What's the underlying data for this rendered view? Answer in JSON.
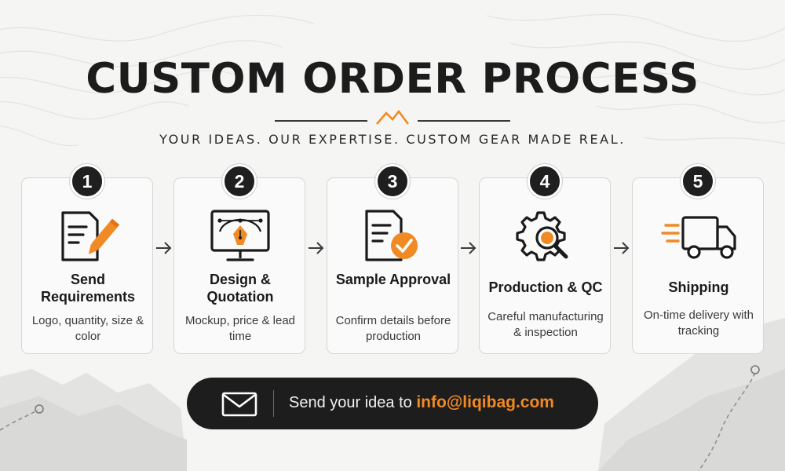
{
  "header": {
    "title": "CUSTOM ORDER PROCESS",
    "subtitle": "YOUR IDEAS. OUR EXPERTISE. CUSTOM GEAR MADE REAL."
  },
  "colors": {
    "accent": "#f08a24",
    "dark": "#1d1d1d",
    "card_border": "#d6d6d6"
  },
  "steps": [
    {
      "number": "1",
      "title": "Send Requirements",
      "description": "Logo, quantity, size & color",
      "icon": "document-pencil-icon"
    },
    {
      "number": "2",
      "title": "Design & Quotation",
      "description": "Mockup, price & lead time",
      "icon": "monitor-pen-tool-icon"
    },
    {
      "number": "3",
      "title": "Sample Approval",
      "description": "Confirm details before production",
      "icon": "document-check-icon"
    },
    {
      "number": "4",
      "title": "Production & QC",
      "description": "Careful manufacturing & inspection",
      "icon": "gear-magnifier-icon"
    },
    {
      "number": "5",
      "title": "Shipping",
      "description": "On-time delivery with tracking",
      "icon": "delivery-truck-icon"
    }
  ],
  "cta": {
    "text": "Send your idea to",
    "email": "info@liqibag.com",
    "icon": "envelope-icon"
  }
}
